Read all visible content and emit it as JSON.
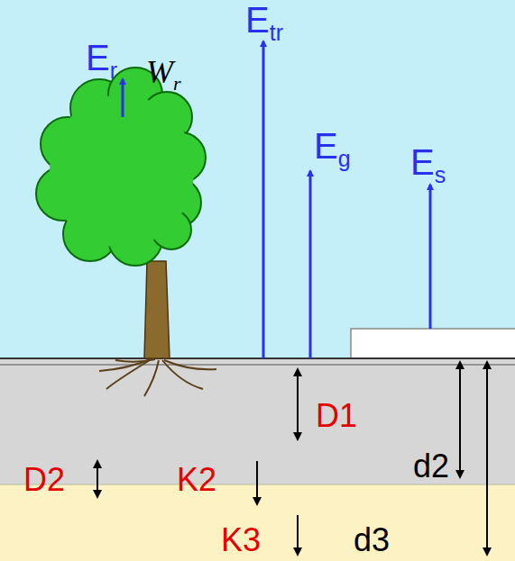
{
  "diagram": {
    "labels": [
      "Er",
      "Etr",
      "Eg",
      "Es",
      "Wr",
      "D1",
      "d2",
      "D2",
      "K2",
      "K3",
      "d3"
    ]
  }
}
